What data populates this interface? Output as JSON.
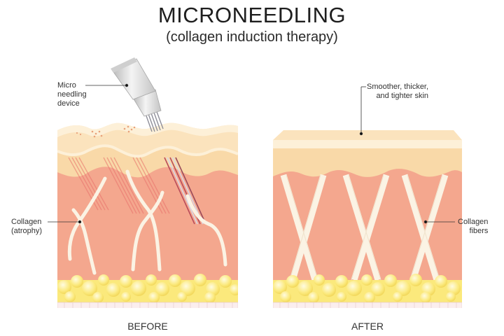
{
  "title": "MICRONEEDLING",
  "subtitle": "(collagen induction therapy)",
  "labels": {
    "device": [
      "Micro",
      "needling",
      "device"
    ],
    "collagen_atrophy": [
      "Collagen",
      "(atrophy)"
    ],
    "smoother_skin": [
      "Smoother, thicker,",
      "and tighter skin"
    ],
    "collagen_fibers": [
      "Collagen",
      "fibers"
    ]
  },
  "panels": {
    "before": {
      "caption": "BEFORE"
    },
    "after": {
      "caption": "AFTER"
    }
  },
  "colors": {
    "epidermis": "#fbe3bd",
    "epidermis_top": "#fdf0d8",
    "dermis_upper": "#f9d9a8",
    "dermis": "#f4a78e",
    "collagen": "#fbf3e4",
    "fat": "#fbe97c",
    "fat_highlight": "#fff8c8",
    "base": "#fbeeee",
    "needle_mark": "#e86f6a",
    "device": "#d8d8d8"
  }
}
